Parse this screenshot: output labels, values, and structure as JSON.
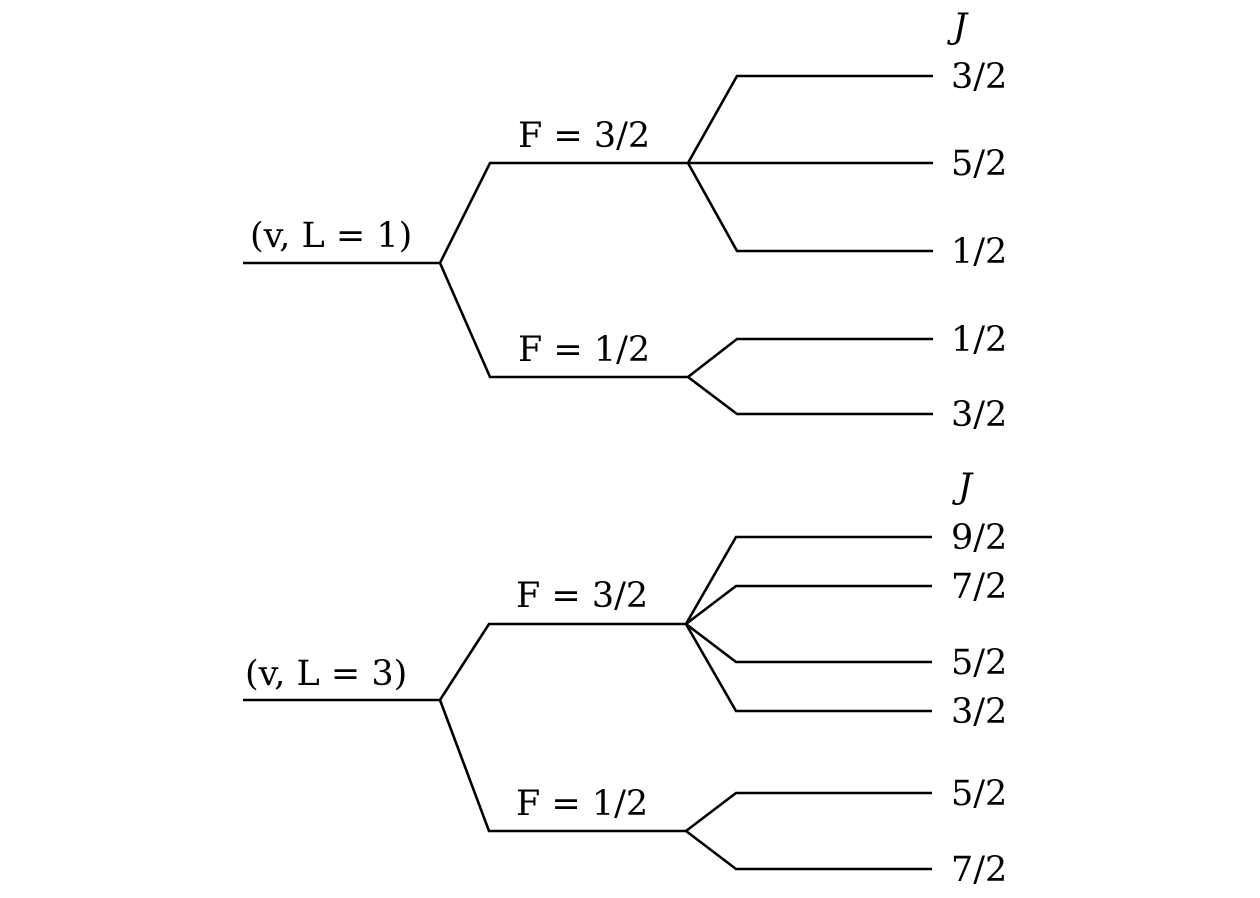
{
  "diagrams": [
    {
      "level_label": "(v, L = 1)",
      "j_header": "J",
      "branches": [
        {
          "label": "F = 3/2",
          "j_values": [
            "3/2",
            "5/2",
            "1/2"
          ]
        },
        {
          "label": "F = 1/2",
          "j_values": [
            "1/2",
            "3/2"
          ]
        }
      ]
    },
    {
      "level_label": "(v, L = 3)",
      "j_header": "J",
      "branches": [
        {
          "label": "F = 3/2",
          "j_values": [
            "9/2",
            "7/2",
            "5/2",
            "3/2"
          ]
        },
        {
          "label": "F = 1/2",
          "j_values": [
            "5/2",
            "7/2"
          ]
        }
      ]
    }
  ]
}
